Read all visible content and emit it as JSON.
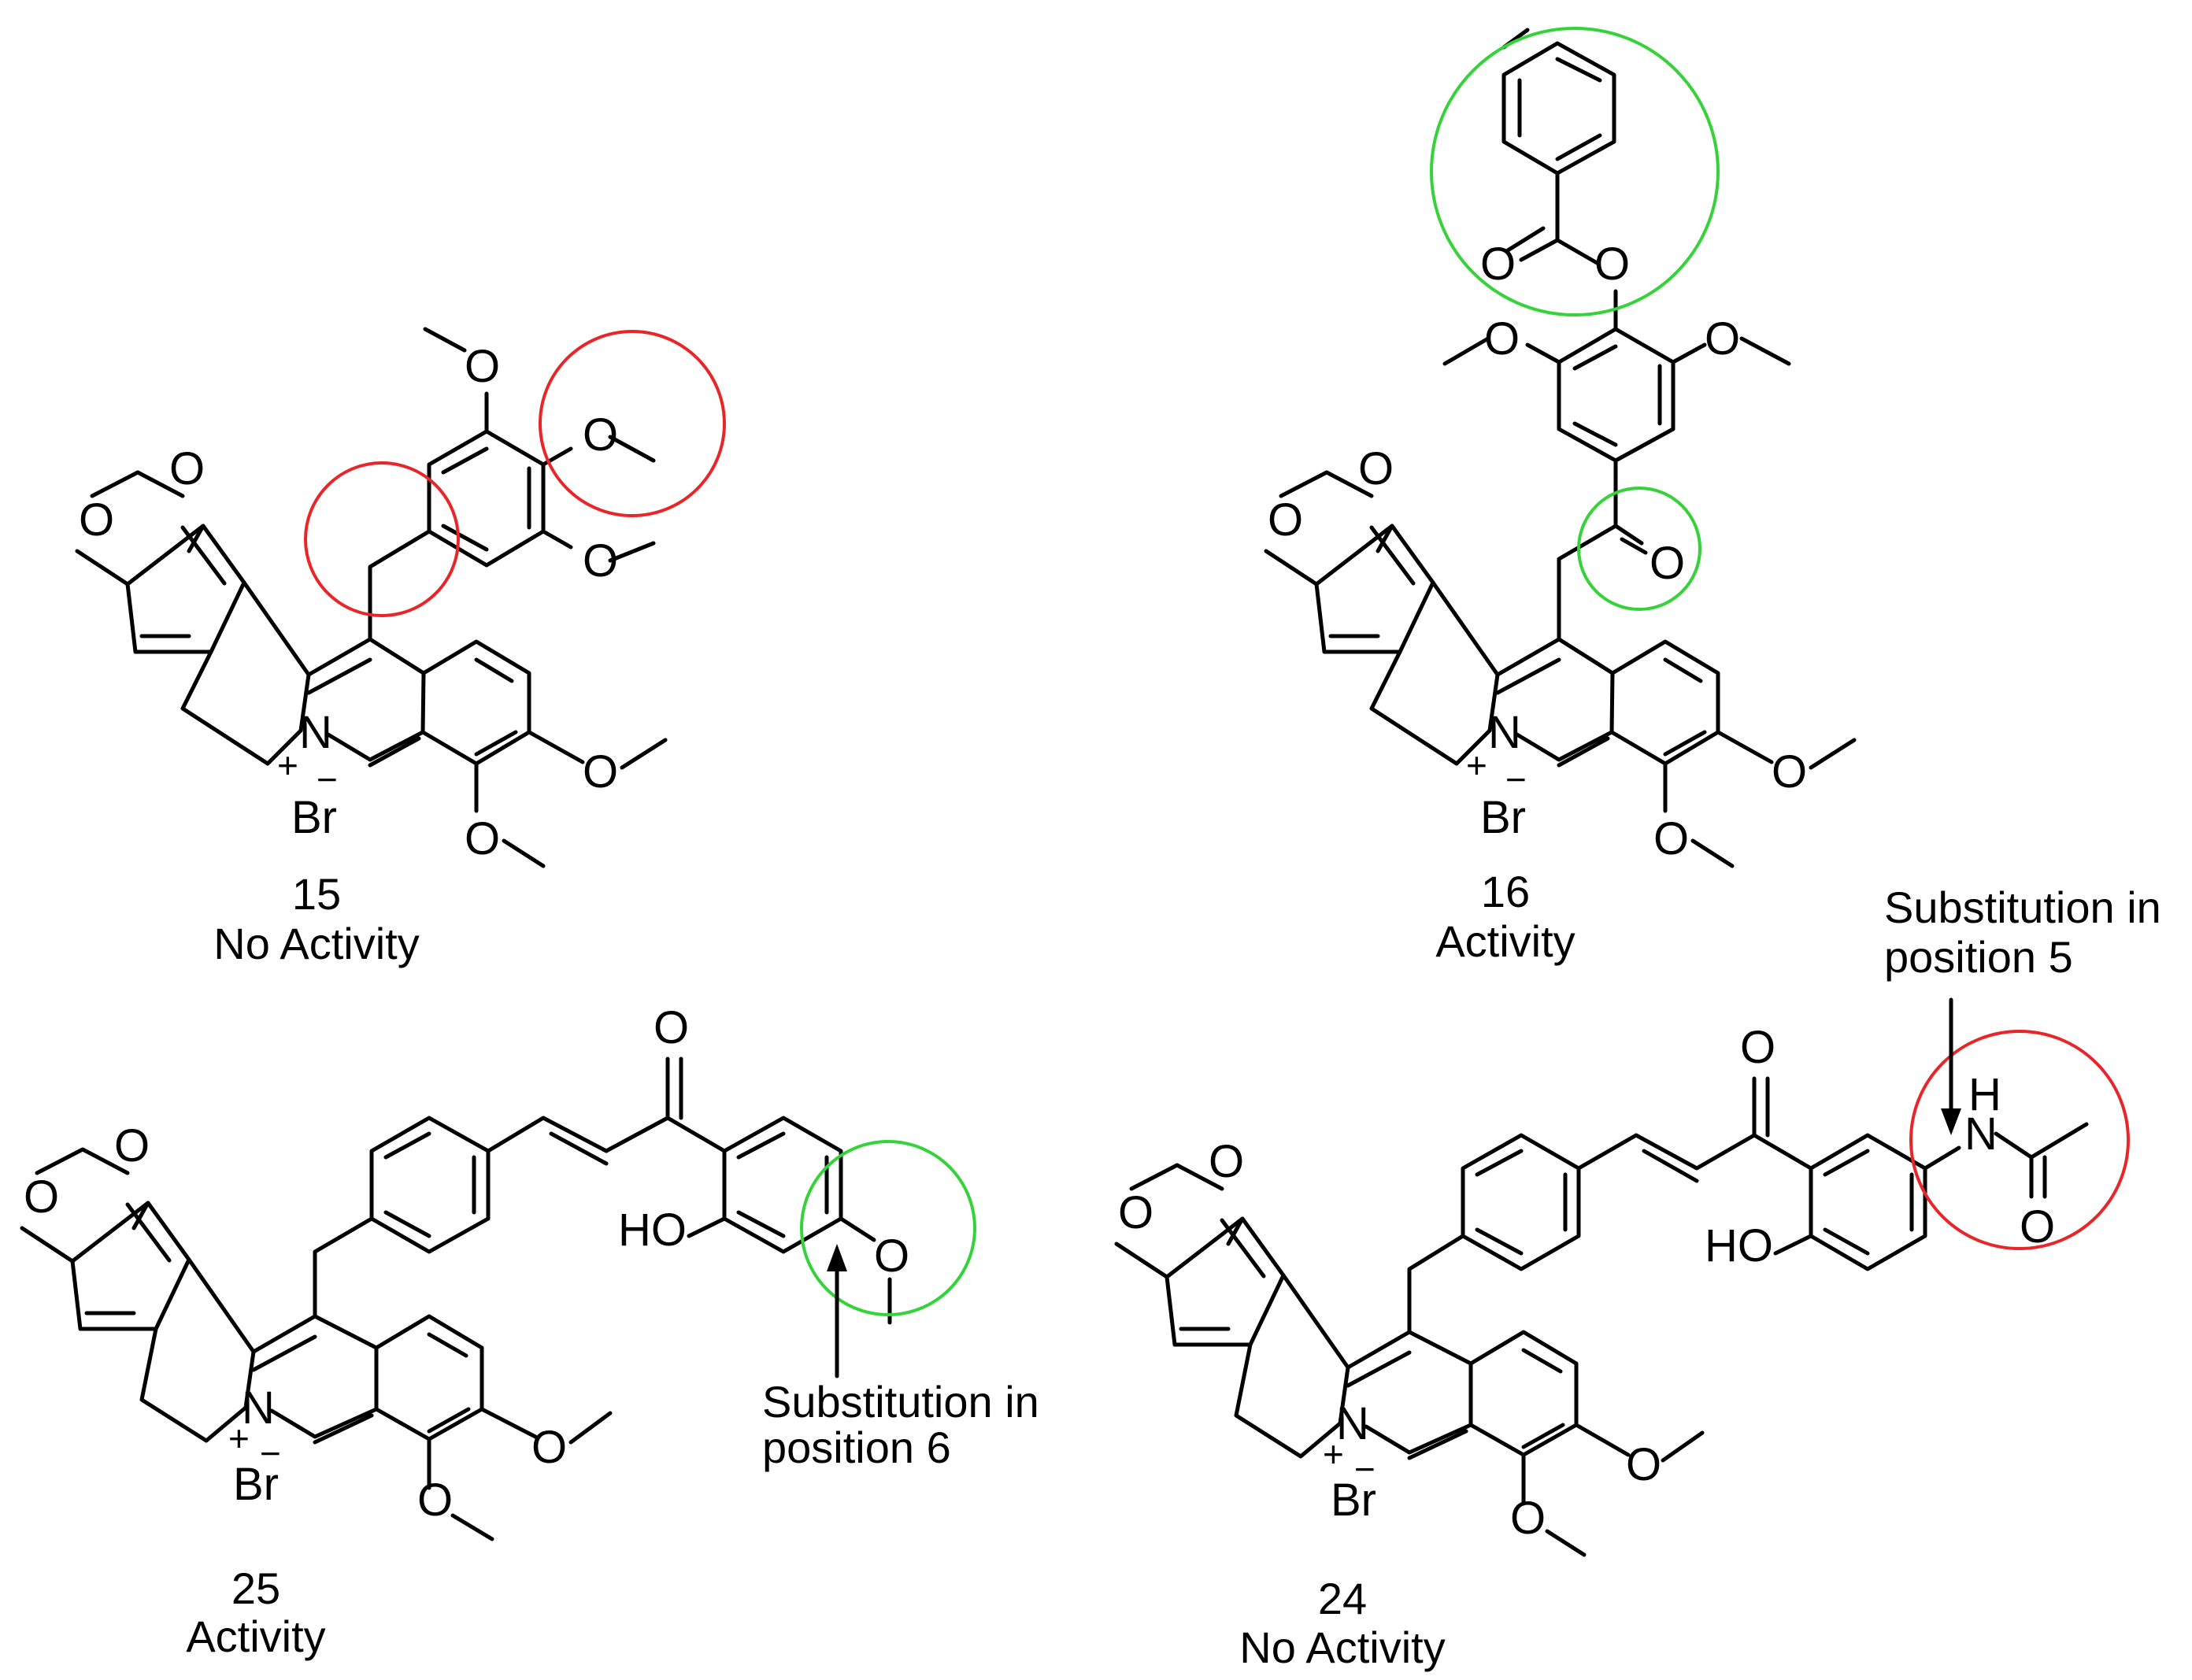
{
  "colors": {
    "negative_highlight": "#e8262a",
    "positive_highlight": "#36d23a",
    "ink": "#000000"
  },
  "compounds": [
    {
      "id": "c15",
      "number": "15",
      "activity": "No Activity",
      "labels": {
        "o_a": "O",
        "o_b": "O",
        "n": "N",
        "plus": "+",
        "minus": "−",
        "br": "Br",
        "o_9": "O",
        "o_10": "O",
        "o_r1": "O",
        "o_r2": "O",
        "o_r3": "O"
      },
      "highlights": [
        {
          "color": "red",
          "target": "methylene linker"
        },
        {
          "color": "red",
          "target": "4-methoxy group"
        }
      ]
    },
    {
      "id": "c16",
      "number": "16",
      "activity": "Activity",
      "labels": {
        "o_a": "O",
        "o_b": "O",
        "n": "N",
        "plus": "+",
        "minus": "−",
        "br": "Br",
        "o_9": "O",
        "o_10": "O",
        "o_r1": "O",
        "o_r3": "O",
        "o_ester": "O",
        "o_ester_co": "O",
        "o_ketone": "O"
      },
      "highlights": [
        {
          "color": "green",
          "target": "benzoyloxy group"
        },
        {
          "color": "green",
          "target": "ketone carbonyl"
        }
      ]
    },
    {
      "id": "c25",
      "number": "25",
      "activity": "Activity",
      "labels": {
        "o_a": "O",
        "o_b": "O",
        "n": "N",
        "plus": "+",
        "minus": "−",
        "br": "Br",
        "o_9": "O",
        "o_10": "O",
        "o_ketone": "O",
        "ho": "HO",
        "o_meo": "O"
      },
      "annotation_lines": [
        "Substitution in",
        "position 6"
      ],
      "highlights": [
        {
          "color": "green",
          "target": "methoxy at position 6"
        }
      ]
    },
    {
      "id": "c24",
      "number": "24",
      "activity": "No Activity",
      "labels": {
        "o_a": "O",
        "o_b": "O",
        "n": "N",
        "plus": "+",
        "minus": "−",
        "br": "Br",
        "o_9": "O",
        "o_10": "O",
        "o_ketone": "O",
        "ho": "HO",
        "nh_h": "H",
        "nh_n": "N",
        "o_amide": "O"
      },
      "annotation_lines": [
        "Substitution in",
        "position 5"
      ],
      "highlights": [
        {
          "color": "red",
          "target": "acetamido at position 5"
        }
      ]
    }
  ]
}
